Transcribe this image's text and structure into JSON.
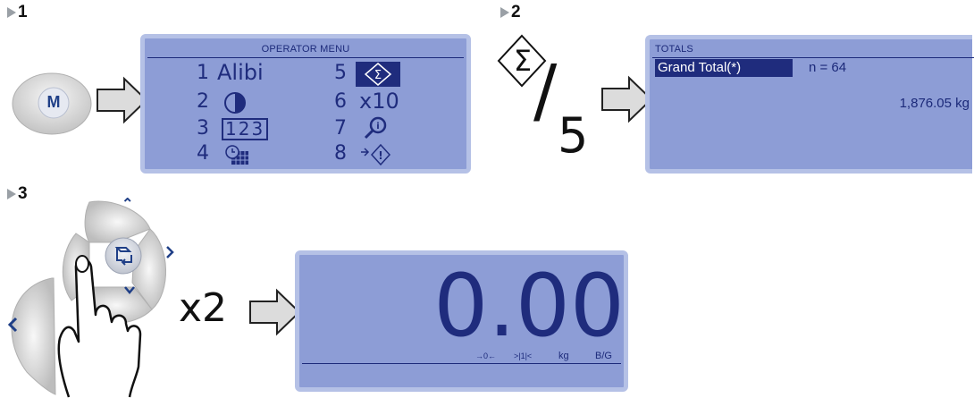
{
  "steps": {
    "s1": "1",
    "s2": "2",
    "s3": "3"
  },
  "step1": {
    "m_key_label": "M",
    "menu_title": "OPERATOR  MENU",
    "items": [
      {
        "num": "1",
        "label": "Alibi"
      },
      {
        "num": "2",
        "label": ""
      },
      {
        "num": "3",
        "label": ""
      },
      {
        "num": "4",
        "label": ""
      },
      {
        "num": "5",
        "label": ""
      },
      {
        "num": "6",
        "label": "x10"
      },
      {
        "num": "7",
        "label": ""
      },
      {
        "num": "8",
        "label": ""
      }
    ],
    "icon_123": "123"
  },
  "step2": {
    "sigma": "Σ",
    "slash": "/",
    "five": "5",
    "totals_title": "TOTALS",
    "selected_item": "Grand Total(*)",
    "count": "n = 64",
    "total": "1,876.05 kg"
  },
  "step3": {
    "times": "x2",
    "weight": "0.00",
    "ann_zero": "→0←",
    "ann_stable": ">|1|<",
    "ann_unit": "kg",
    "ann_mode": "B/G"
  },
  "colors": {
    "lcd": "#8d9dd6",
    "lcd_border": "#b5c1e6",
    "lcd_text": "#1c2a7a",
    "selection": "#1f2c7d"
  }
}
